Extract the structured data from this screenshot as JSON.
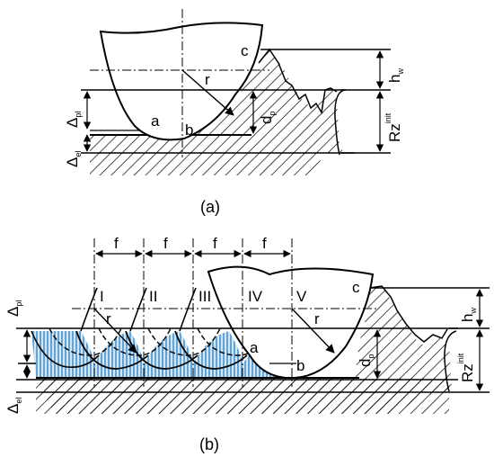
{
  "figure_a": {
    "caption": "(a)",
    "labels": {
      "a": "a",
      "b": "b",
      "c": "c",
      "r": "r",
      "dp": "d",
      "dp_sub": "p",
      "hw": "h",
      "hw_sub": "w",
      "rz": "Rz",
      "rz_sup": "init",
      "dpl": "Δ",
      "dpl_sub": "pl",
      "del": "Δ",
      "del_sub": "el"
    }
  },
  "figure_b": {
    "caption": "(b)",
    "f_labels": [
      "f",
      "f",
      "f",
      "f"
    ],
    "positions": [
      "I",
      "II",
      "III",
      "IV",
      "V"
    ],
    "labels": {
      "a": "a",
      "b": "b",
      "c": "c",
      "r": "r",
      "r2": "r",
      "dp": "d",
      "dp_sub": "p",
      "hw": "h",
      "hw_sub": "w",
      "rz": "Rz",
      "rz_sup": "init",
      "dpl": "Δ",
      "dpl_sub": "pl",
      "del": "Δ",
      "del_sub": "el"
    }
  },
  "colors": {
    "line": "#000000",
    "hatch_blue": "#2f7fbf",
    "fill_blue": "#cfe6f5"
  }
}
